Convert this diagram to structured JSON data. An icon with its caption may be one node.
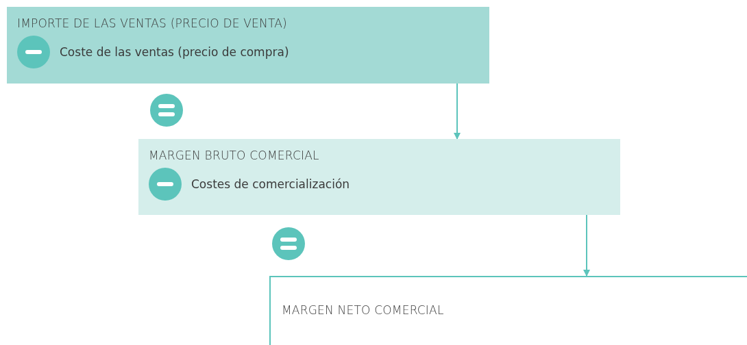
{
  "diagram": {
    "nodes": [
      {
        "text": [
          "IMPORTE DE LAS VENTAS (PRECIO DE VENTA)",
          "Coste de las ventas (precio de compra)"
        ]
      },
      {
        "text": [
          "MARGEN BRUTO COMERCIAL",
          "Costes de comercialización"
        ]
      },
      {
        "text": [
          "MARGEN NETO COMERCIAL"
        ]
      }
    ],
    "edges": [
      {
        "from": 0,
        "to": 1,
        "arrow": "to"
      },
      {
        "from": 1,
        "to": 2,
        "arrow": "to"
      }
    ]
  }
}
